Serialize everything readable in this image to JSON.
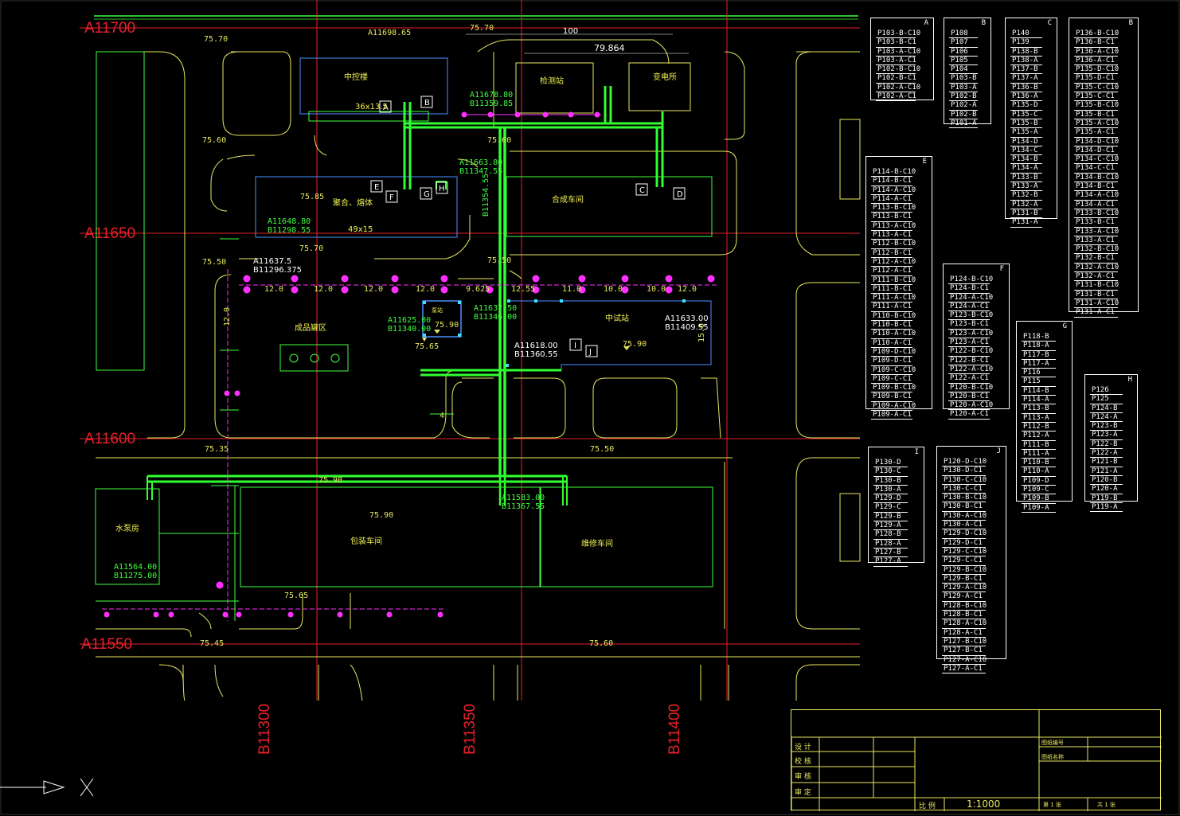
{
  "grid": {
    "rows": [
      "A11700",
      "A11650",
      "A11600",
      "A11550"
    ],
    "cols": [
      "B11300",
      "B11350",
      "B11400"
    ]
  },
  "elevations": [
    "75.70",
    "75.70",
    "75.60",
    "75.85",
    "75.70",
    "75.50",
    "75.50",
    "75.35",
    "75.50",
    "75.65",
    "75.45",
    "75.60",
    "75.90",
    "75.90",
    "75.90",
    "75.65",
    "75.60",
    "75.90"
  ],
  "dimensions": {
    "d100": "100",
    "d79": "79.864",
    "d12": "12.0",
    "d925": "9.625",
    "d1255": "12.55",
    "d11": "11.0",
    "d10": "10.0",
    "d15": "15.0",
    "d4": "4"
  },
  "coords": {
    "c1": "A11698.65",
    "c2a": "A11678.80",
    "c2b": "B11359.85",
    "c3a": "A11663.80",
    "c3b": "B11347.55",
    "c4": "B11354.55",
    "c5a": "A11648.80",
    "c5b": "B11298.55",
    "c6a": "A11637.5",
    "c6b": "B11296.375",
    "c7a": "A11625.00",
    "c7b": "B11340.00",
    "c8a": "A11637.50",
    "c8b": "B11346.00",
    "c9a": "A11618.00",
    "c9b": "B11360.55",
    "c10a": "A11633.00",
    "c10b": "B11409.55",
    "c11a": "A11583.00",
    "c11b": "B11367.55",
    "c12a": "A11564.00",
    "c12b": "B11275.00"
  },
  "buildings": {
    "b1": "中控楼",
    "b1dim": "36x13.5",
    "b2": "检测站",
    "b3": "变电所",
    "b4": "聚合、熔体",
    "b4dim": "49x15",
    "b5": "合成车间",
    "b6": "成品罐区",
    "b7": "中试站",
    "b8": "包装车间",
    "b9": "维修车间",
    "b10": "水泵房",
    "b11": "泵站"
  },
  "markers": [
    "A",
    "B",
    "C",
    "D",
    "E",
    "F",
    "G",
    "H",
    "I",
    "J"
  ],
  "pipe_tables": [
    {
      "id": "A",
      "rows": [
        "P103-B-C10",
        "P103-B-C1",
        "P103-A-C10",
        "P103-A-C1",
        "P102-B-C10",
        "P102-B-C1",
        "P102-A-C10",
        "P102-A-C1"
      ]
    },
    {
      "id": "B",
      "rows": [
        "P108",
        "P107",
        "P106",
        "P105",
        "P104",
        "P103-B",
        "P103-A",
        "P102-B",
        "P102-A",
        "P102-B",
        "P101-A"
      ]
    },
    {
      "id": "C",
      "rows": [
        "P140",
        "P139",
        "P138-B",
        "P138-A",
        "P137-B",
        "P137-A",
        "P136-B",
        "P136-A",
        "P135-D",
        "P135-C",
        "P135-B",
        "P135-A",
        "P134-D",
        "P134-C",
        "P134-B",
        "P134-A",
        "P133-B",
        "P133-A",
        "P132-B",
        "P132-A",
        "P131-B",
        "P131-A"
      ]
    },
    {
      "id": "B2",
      "label": "B",
      "rows": [
        "P136-B-C10",
        "P136-B-C1",
        "P136-A-C10",
        "P136-A-C1",
        "P135-D-C10",
        "P135-D-C1",
        "P135-C-C10",
        "P135-C-C1",
        "P135-B-C10",
        "P135-B-C1",
        "P135-A-C10",
        "P135-A-C1",
        "P134-D-C10",
        "P134-D-C1",
        "P134-C-C10",
        "P134-C-C1",
        "P134-B-C10",
        "P134-B-C1",
        "P134-A-C10",
        "P134-A-C1",
        "P133-B-C10",
        "P133-B-C1",
        "P133-A-C10",
        "P133-A-C1",
        "P132-B-C10",
        "P132-B-C1",
        "P132-A-C10",
        "P132-A-C1",
        "P131-B-C10",
        "P131-B-C1",
        "P131-A-C10",
        "P131-A-C1"
      ]
    },
    {
      "id": "E",
      "rows": [
        "P114-B-C10",
        "P114-B-C1",
        "P114-A-C10",
        "P114-A-C1",
        "P113-B-C10",
        "P113-B-C1",
        "P113-A-C10",
        "P113-A-C1",
        "P112-B-C10",
        "P112-B-C1",
        "P112-A-C10",
        "P112-A-C1",
        "P111-B-C10",
        "P111-B-C1",
        "P111-A-C10",
        "P111-A-C1",
        "P110-B-C10",
        "P110-B-C1",
        "P110-A-C10",
        "P110-A-C1",
        "P109-D-C10",
        "P109-D-C1",
        "P109-C-C10",
        "P109-C-C1",
        "P109-B-C10",
        "P109-B-C1",
        "P109-A-C10",
        "P109-A-C1"
      ]
    },
    {
      "id": "F",
      "rows": [
        "P124-B-C10",
        "P124-B-C1",
        "P124-A-C10",
        "P124-A-C1",
        "P123-B-C10",
        "P123-B-C1",
        "P123-A-C10",
        "P123-A-C1",
        "P122-B-C10",
        "P122-B-C1",
        "P122-A-C10",
        "P122-A-C1",
        "P120-B-C10",
        "P120-B-C1",
        "P120-A-C10",
        "P120-A-C1"
      ]
    },
    {
      "id": "G",
      "rows": [
        "P118-B",
        "P118-A",
        "P117-B",
        "P117-A",
        "P116",
        "P115",
        "P114-B",
        "P114-A",
        "P113-B",
        "P113-A",
        "P112-B",
        "P112-A",
        "P111-B",
        "P111-A",
        "P110-B",
        "P110-A",
        "P109-D",
        "P109-C",
        "P109-B",
        "P109-A"
      ]
    },
    {
      "id": "H",
      "rows": [
        "P126",
        "P125",
        "P124-B",
        "P124-A",
        "P123-B",
        "P123-A",
        "P122-B",
        "P122-A",
        "P121-B",
        "P121-A",
        "P120-B",
        "P120-A",
        "P119-B",
        "P119-A"
      ]
    },
    {
      "id": "I",
      "rows": [
        "P130-D",
        "P130-C",
        "P130-B",
        "P130-A",
        "P129-D",
        "P129-C",
        "P129-B",
        "P129-A",
        "P128-B",
        "P128-A",
        "P127-B",
        "P127-A"
      ]
    },
    {
      "id": "J",
      "rows": [
        "P120-D-C10",
        "P130-D-C1",
        "P130-C-C10",
        "P130-C-C1",
        "P130-B-C10",
        "P130-B-C1",
        "P130-A-C10",
        "P130-A-C1",
        "P129-D-C10",
        "P129-D-C1",
        "P129-C-C10",
        "P129-C-C1",
        "P129-B-C10",
        "P129-B-C1",
        "P129-A-C10",
        "P129-A-C1",
        "P128-B-C10",
        "P128-B-C1",
        "P128-A-C10",
        "P128-A-C1",
        "P127-B-C10",
        "P127-B-C1",
        "P127-A-C10",
        "P127-A-C1"
      ]
    }
  ],
  "title_block": {
    "design": "设 计",
    "check": "校 核",
    "review": "审 核",
    "approve": "审 定",
    "scale_label": "比 例",
    "scale": "1:1000",
    "proj1": "图纸编号",
    "proj2": "图纸名称",
    "sheet1": "第 1 张",
    "sheet2": "共 1 张"
  },
  "axis": {
    "x": "X"
  }
}
